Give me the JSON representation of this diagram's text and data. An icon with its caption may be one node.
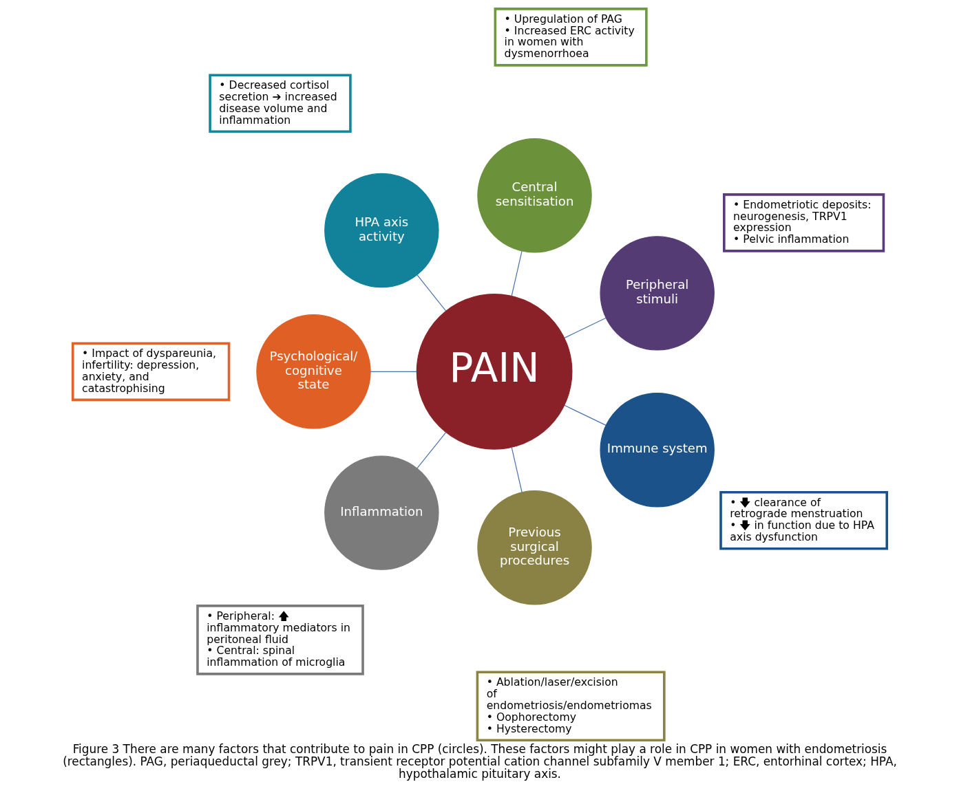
{
  "diagram": {
    "caption": "Figure 3 There are many factors that contribute to pain in CPP (circles). These factors might play a role in CPP in women with endometriosis (rectangles). PAG, periaqueductal grey; TRPV1, transient receptor potential cation channel subfamily V member 1; ERC, entorhinal cortex; HPA, hypothalamic pituitary axis.",
    "nodes": [
      {
        "text": [
          "• Endometriotic deposits: neurogenesis, TRPV1 expression",
          "• Pelvic inflammation"
        ]
      },
      {
        "text": [
          "Peripheral stimuli"
        ]
      },
      {
        "text": [
          "• Decreased cortisol secretion ➔ increased disease volume and inflammation"
        ]
      },
      {
        "text": [
          "• Upregulation of PAG",
          "• Increased ERC activity in women with dysmenorrhoea"
        ]
      },
      {
        "text": [
          "Central sensitisation"
        ]
      },
      {
        "text": [
          "HPA axis activity"
        ]
      },
      {
        "text": [
          "PAIN"
        ]
      },
      {
        "text": [
          "• Peripheral: 🡅 inflammatory mediators in peritoneal fluid",
          "• Central: spinal inflammation of microglia"
        ]
      },
      {
        "text": [
          "• Impact of dyspareunia, infertility: depression, anxiety, and catastrophising"
        ]
      },
      {
        "text": [
          "Psychological/ cognitive state"
        ]
      },
      {
        "text": [
          "Inflammation"
        ]
      },
      {
        "text": [
          "• Ablation/laser/excision of endometriosis/endometriomas",
          "• Oophorectomy",
          "• Hysterectomy"
        ]
      },
      {
        "text": [
          "Previous surgical procedures"
        ]
      },
      {
        "text": [
          "Immune system"
        ]
      },
      {
        "text": [
          "• 🡇 clearance of retrograde menstruation",
          "• 🡇 in function due to HPA axis dysfunction"
        ]
      }
    ],
    "edges": [
      {
        "from": 6,
        "to": 1,
        "arrow": "none"
      },
      {
        "from": 6,
        "to": 5,
        "arrow": "none"
      },
      {
        "from": 6,
        "to": 10,
        "arrow": "none"
      },
      {
        "from": 6,
        "to": 13,
        "arrow": "none"
      },
      {
        "from": 6,
        "to": 12,
        "arrow": "none"
      },
      {
        "from": 6,
        "to": 9,
        "arrow": "none"
      },
      {
        "from": 6,
        "to": 4,
        "arrow": "none"
      }
    ]
  }
}
